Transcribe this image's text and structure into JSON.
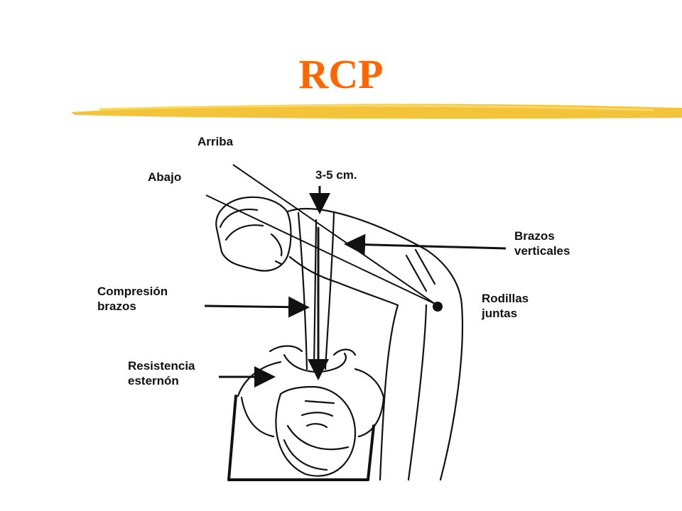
{
  "slide": {
    "title": "RCP",
    "title_color": "#ff6600",
    "accent_color": "#f2c12e"
  },
  "labels": {
    "arriba": "Arriba",
    "abajo": "Abajo",
    "depth": "3-5 cm.",
    "brazos_verticales": "Brazos\nverticales",
    "compresion_brazos": "Compresión\nbrazos",
    "rodillas_juntas": "Rodillas\njuntas",
    "resistencia_esternon": "Resistencia\nesternón"
  }
}
